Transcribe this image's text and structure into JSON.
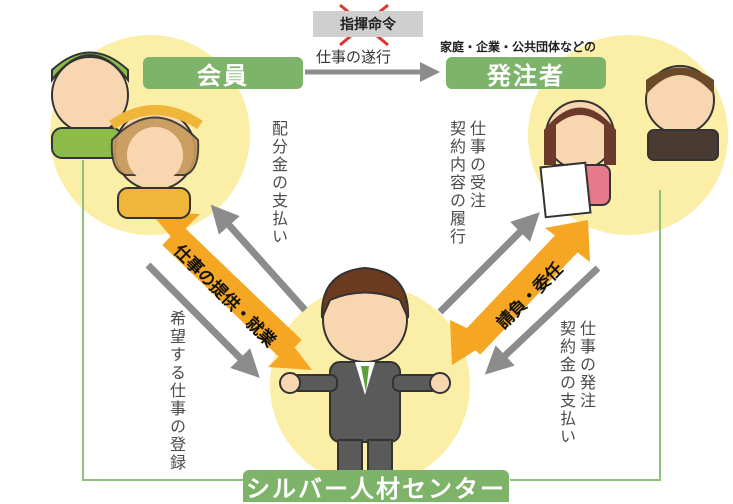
{
  "nodes": {
    "member": "会員",
    "client": "発注者",
    "center": "シルバー人材センター"
  },
  "labels": {
    "command": "指揮命令",
    "work_execution": "仕事の遂行",
    "client_caption": "家庭・企業・公共団体などの",
    "distribution": "配分金の支払い",
    "contract_fulfill": "仕事の受注\n契約内容の履行",
    "job_provision": "仕事の提供・就業",
    "contracting": "請負・委任",
    "job_registration": "希望する仕事の登録",
    "order_payment": "仕事の発注\n契約金の支払い"
  },
  "colors": {
    "circle_fill": "#fbeea6",
    "green": "#7eb36a",
    "orange_arrow": "#f5a623",
    "gray_arrow": "#8c8c8c",
    "line_green": "#8fbf7f",
    "cross_red": "#e0342e"
  },
  "icons": [
    "member-couple-illustration",
    "client-people-illustration",
    "center-staff-illustration",
    "cross-icon"
  ]
}
